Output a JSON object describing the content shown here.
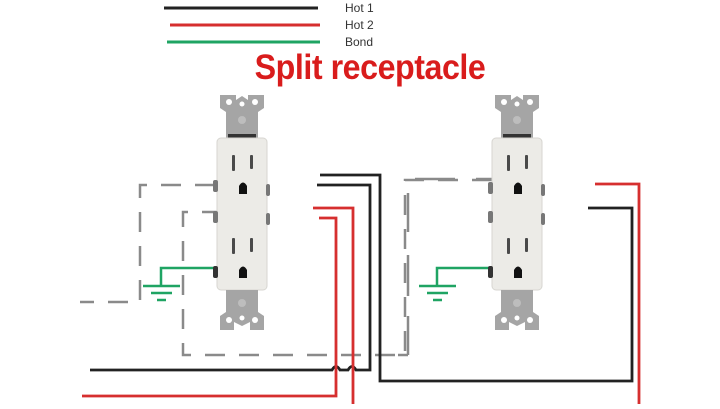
{
  "title": "Split receptacle",
  "legend": {
    "items": [
      {
        "label": "Hot 1",
        "color": "#222222"
      },
      {
        "label": "Hot 2",
        "color": "#d62f2f"
      },
      {
        "label": "Bond",
        "color": "#1fa463"
      }
    ]
  },
  "colors": {
    "hot1": "#222222",
    "hot2": "#d62f2f",
    "bond": "#1fa463",
    "neutral_dashed": "#8a8a8a",
    "receptacle_body": "#ecebe7",
    "bracket": "#9a9a9a",
    "title": "#d91c1c"
  },
  "diagram": {
    "receptacles": [
      {
        "id": "left",
        "label": "left-receptacle"
      },
      {
        "id": "right",
        "label": "right-receptacle"
      }
    ],
    "ground_symbols": 2
  }
}
